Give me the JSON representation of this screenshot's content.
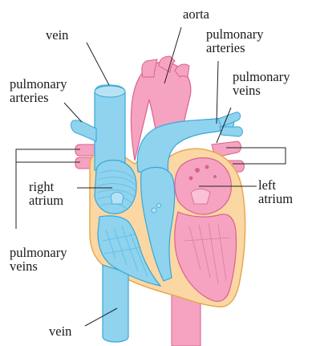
{
  "labels": {
    "aorta": "aorta",
    "vein_top": "vein",
    "pulmonary_arteries_right": [
      "pulmonary",
      "arteries"
    ],
    "pulmonary_arteries_left": [
      "pulmonary",
      "arteries"
    ],
    "pulmonary_veins_right": [
      "pulmonary",
      "veins"
    ],
    "pulmonary_veins_left": [
      "pulmonary",
      "veins"
    ],
    "right_atrium": [
      "right",
      "atrium"
    ],
    "left_atrium": [
      "left",
      "atrium"
    ],
    "vein_bottom": "vein"
  },
  "colors": {
    "blue_vessel": "#8fd3ee",
    "blue_edge": "#3aa6d6",
    "pink_vessel": "#f5a3c0",
    "pink_edge": "#d9628f",
    "heart_wall": "#fbd7a3",
    "heart_wall_edge": "#e8a851",
    "line": "#222222"
  }
}
